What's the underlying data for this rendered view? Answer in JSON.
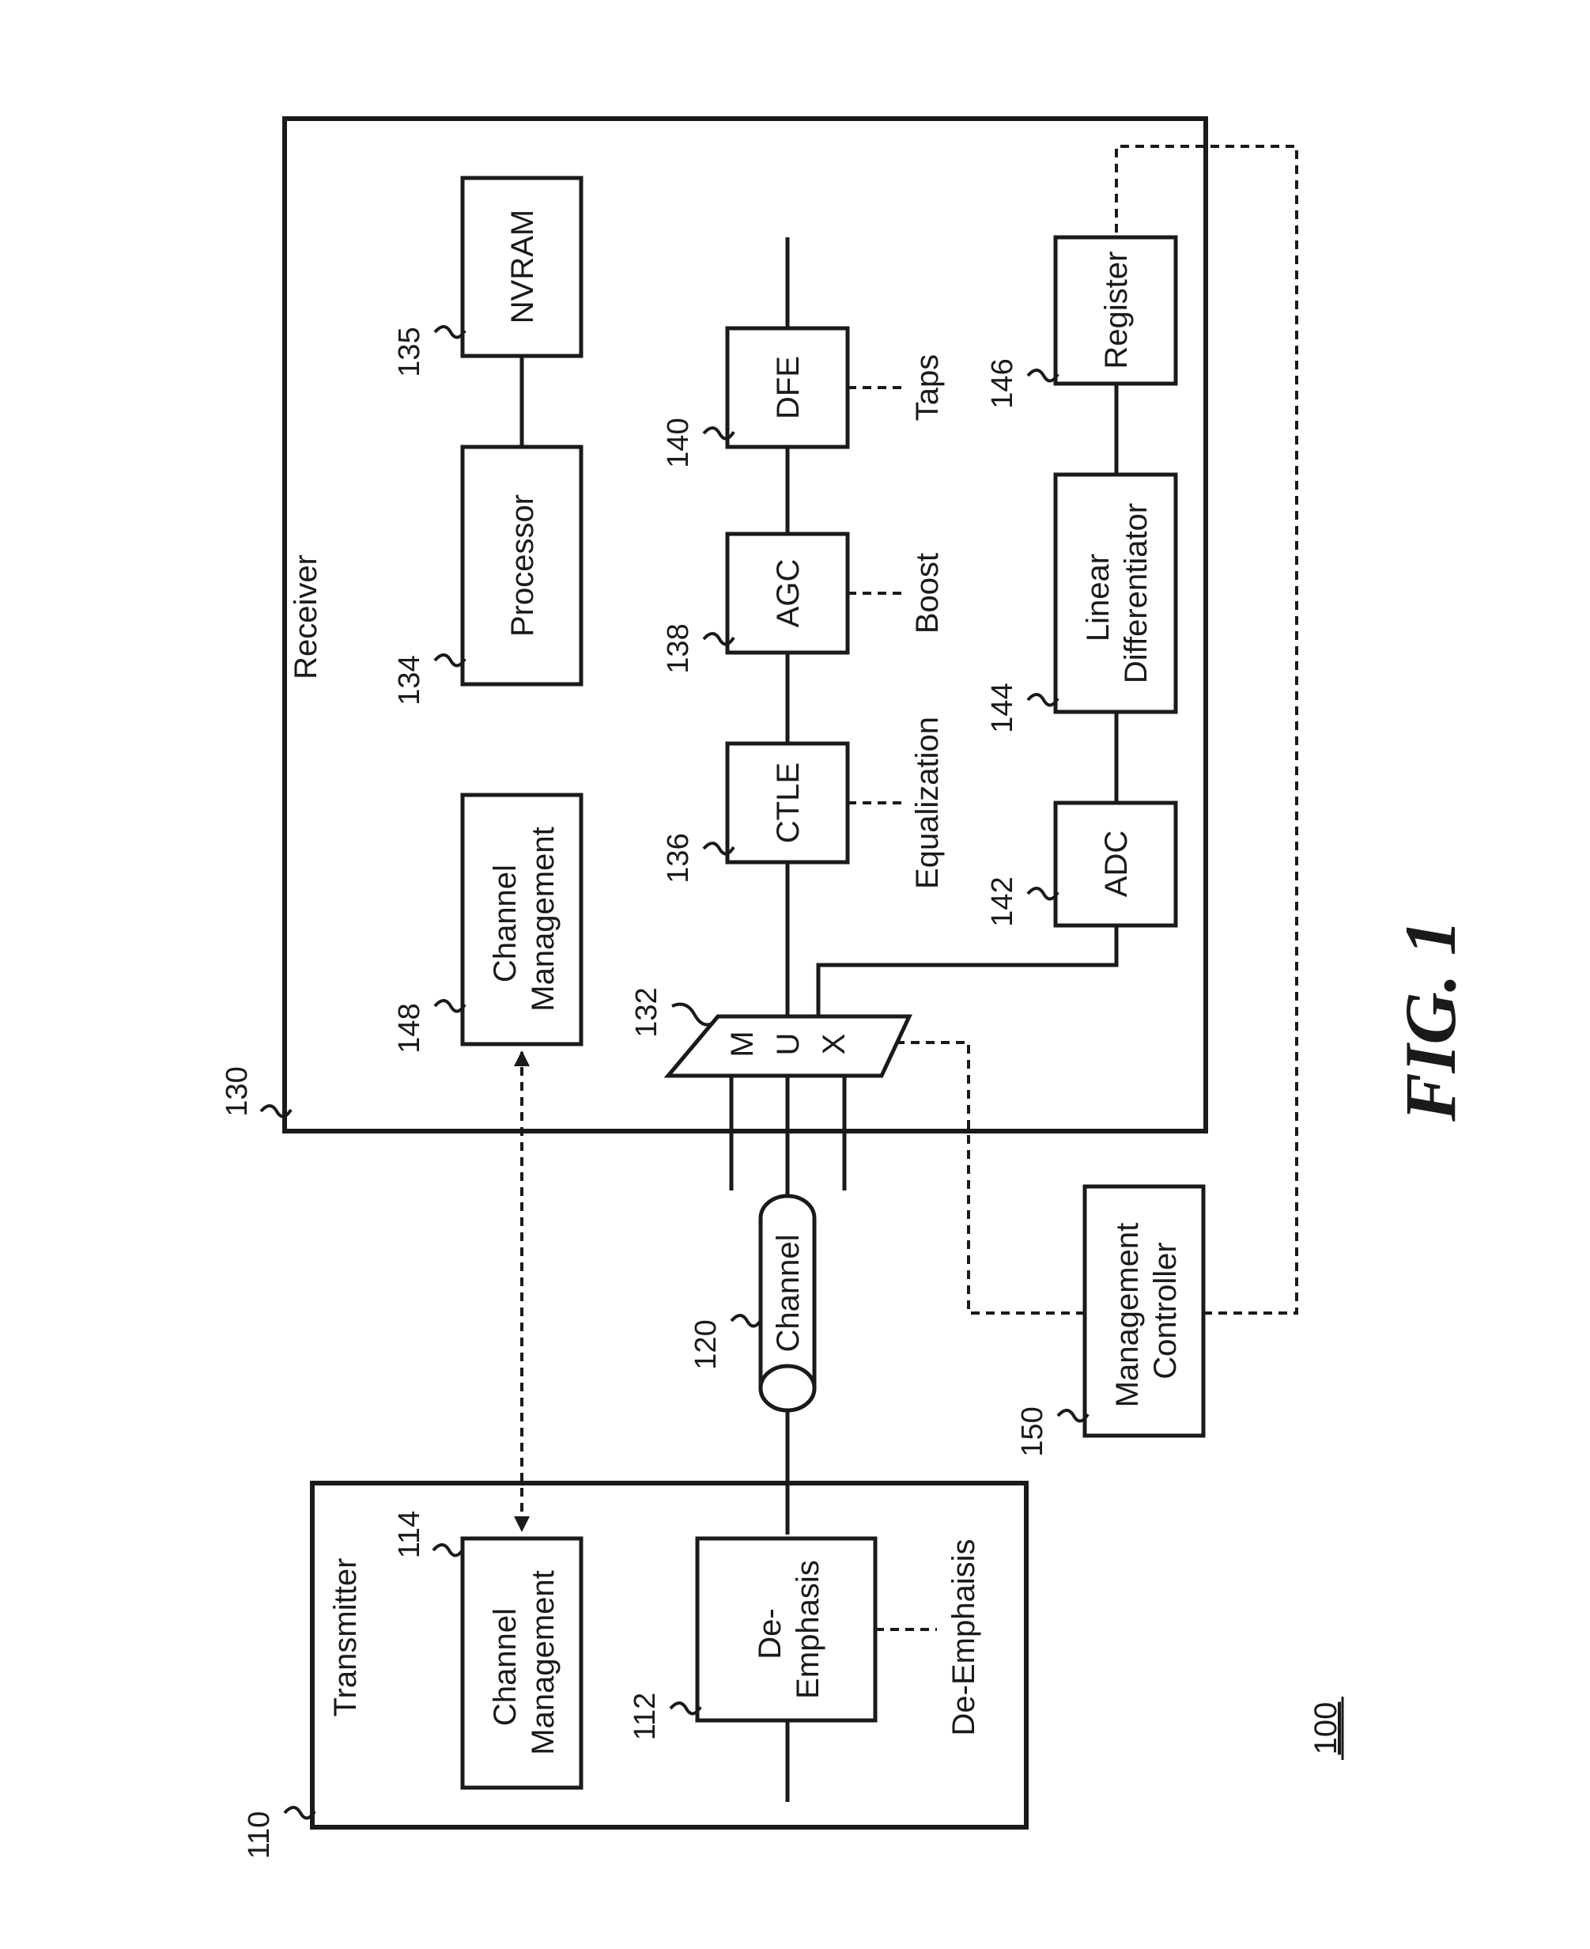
{
  "figure": {
    "caption": "FIG. 1",
    "ref": "100"
  },
  "transmitter": {
    "ref": "110",
    "title": "Transmitter",
    "channel_mgmt": {
      "ref": "114",
      "line1": "Channel",
      "line2": "Management"
    },
    "de_emphasis_block": {
      "ref": "112",
      "line1": "De-",
      "line2": "Emphasis"
    },
    "de_emphasis_control": "De-Emphaisis"
  },
  "channel": {
    "ref": "120",
    "label": "Channel"
  },
  "receiver": {
    "ref": "130",
    "title": "Receiver",
    "mux": {
      "ref": "132",
      "letters": [
        "M",
        "U",
        "X"
      ]
    },
    "processor": {
      "ref": "134",
      "label": "Processor"
    },
    "nvram": {
      "ref": "135",
      "label": "NVRAM"
    },
    "ctle": {
      "ref": "136",
      "label": "CTLE",
      "control": "Equalization"
    },
    "agc": {
      "ref": "138",
      "label": "AGC",
      "control": "Boost"
    },
    "dfe": {
      "ref": "140",
      "label": "DFE",
      "control": "Taps"
    },
    "adc": {
      "ref": "142",
      "label": "ADC"
    },
    "linear_diff": {
      "ref": "144",
      "line1": "Linear",
      "line2": "Differentiator"
    },
    "register": {
      "ref": "146",
      "label": "Register"
    },
    "channel_mgmt": {
      "ref": "148",
      "line1": "Channel",
      "line2": "Management"
    }
  },
  "mgmt_controller": {
    "ref": "150",
    "line1": "Management",
    "line2": "Controller"
  }
}
